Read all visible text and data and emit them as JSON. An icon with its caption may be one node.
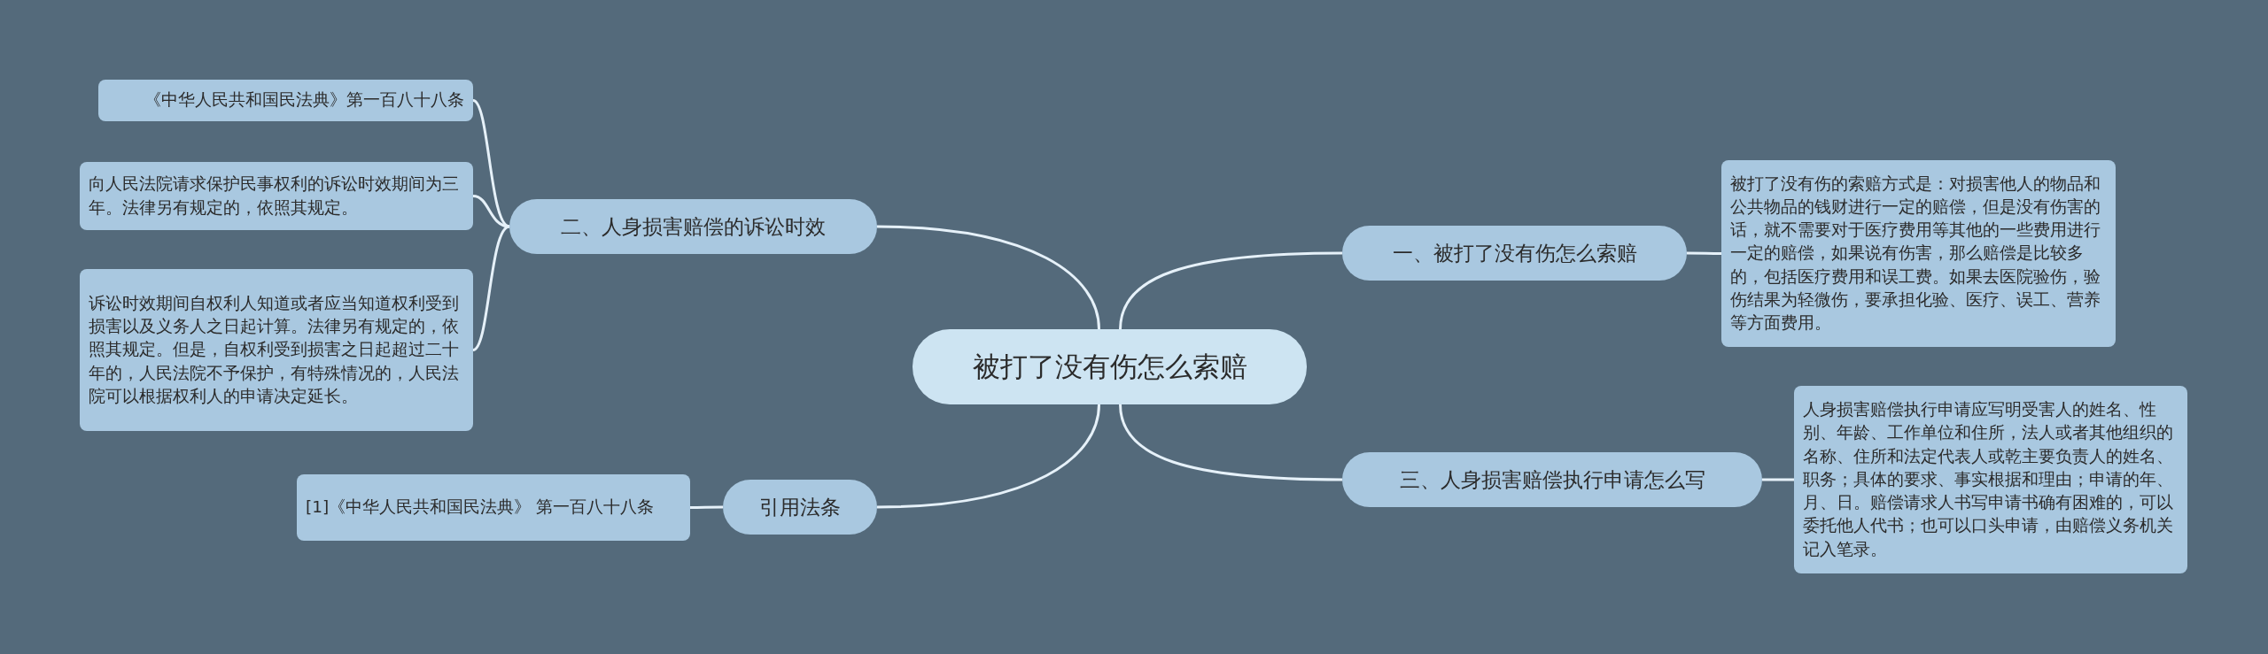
{
  "diagram": {
    "nodes": [
      {
        "text": [
          "被打了没有伤怎么索赔"
        ]
      },
      {
        "text": [
          "二、人身损害赔偿的诉讼时效"
        ]
      },
      {
        "text": [
          "《中华人民共和国民法典》第一百八十八条"
        ]
      },
      {
        "text": [
          "向人民法院请求保护民事权利的诉讼时效期间为三年。法律另有规定的，依照其规定。"
        ]
      },
      {
        "text": [
          "诉讼时效期间自权利人知道或者应当知道权利受到损害以及义务人之日起计算。法律另有规定的，依照其规定。但是，自权利受到损害之日起超过二十年的，人民法院不予保护，有特殊情况的，人民法院可以根据权利人的申请决定延长。"
        ]
      },
      {
        "text": [
          "引用法条"
        ]
      },
      {
        "text": [
          "[1]《中华人民共和国民法典》 第一百八十八条"
        ]
      },
      {
        "text": [
          "一、被打了没有伤怎么索赔"
        ]
      },
      {
        "text": [
          "被打了没有伤的索赔方式是：对损害他人的物品和公共物品的钱财进行一定的赔偿，但是没有伤害的话，就不需要对于医疗费用等其他的一些费用进行一定的赔偿，如果说有伤害，那么赔偿是比较多的，包括医疗费用和误工费。如果去医院验伤，验伤结果为轻微伤，要承担化验、医疗、误工、营养等方面费用。"
        ]
      },
      {
        "text": [
          "三、人身损害赔偿执行申请怎么写"
        ]
      },
      {
        "text": [
          "人身损害赔偿执行申请应写明受害人的姓名、性别、年龄、工作单位和住所，法人或者其他组织的名称、住所和法定代表人或乾主要负责人的姓名、职务；具体的要求、事实根据和理由；申请的年、月、日。赔偿请求人书写申请书确有困难的，可以委托他人代书；也可以口头申请，由赔偿义务机关记入笔录。"
        ]
      }
    ],
    "edges": [
      {
        "from": 0,
        "to": 1,
        "arrow": "none"
      },
      {
        "from": 1,
        "to": 2,
        "arrow": "none"
      },
      {
        "from": 1,
        "to": 3,
        "arrow": "none"
      },
      {
        "from": 1,
        "to": 4,
        "arrow": "none"
      },
      {
        "from": 0,
        "to": 5,
        "arrow": "none"
      },
      {
        "from": 5,
        "to": 6,
        "arrow": "none"
      },
      {
        "from": 0,
        "to": 7,
        "arrow": "none"
      },
      {
        "from": 7,
        "to": 8,
        "arrow": "none"
      },
      {
        "from": 0,
        "to": 9,
        "arrow": "none"
      },
      {
        "from": 9,
        "to": 10,
        "arrow": "none"
      }
    ]
  }
}
